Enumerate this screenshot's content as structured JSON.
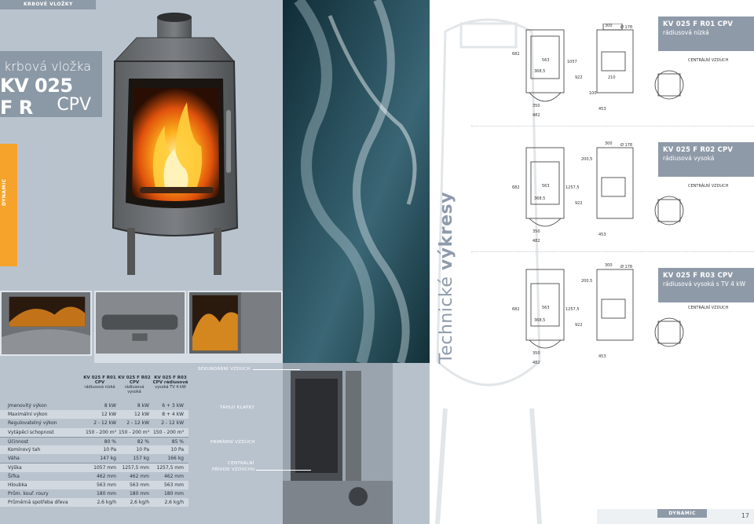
{
  "header": {
    "tag": "KRBOVÉ VLOŽKY"
  },
  "title": {
    "sub": "krbová vložka",
    "main": "KV 025 F R",
    "variant": "CPV"
  },
  "side_tab": "DYNAMIC",
  "specs": {
    "columns": [
      {
        "name": "KV 025 F R01",
        "variant": "CPV",
        "desc": "rádiusová nízká"
      },
      {
        "name": "KV 025 F R02",
        "variant": "CPV",
        "desc": "rádiusová vysoká"
      },
      {
        "name": "KV 025 F R03",
        "variant": "CPV rádiusová",
        "desc": "vysoká TV 4 kW"
      }
    ],
    "rows": [
      {
        "label": "Jmenovitý výkon",
        "v1": "8 kW",
        "v2": "8 kW",
        "v3": "6 + 3 kW"
      },
      {
        "label": "Maximální výkon",
        "v1": "12 kW",
        "v2": "12 kW",
        "v3": "8 + 4 kW"
      },
      {
        "label": "Regulovatelný výkon",
        "v1": "2 - 12 kW",
        "v2": "2 - 12 kW",
        "v3": "2 - 12 kW"
      },
      {
        "label": "Vytápěcí schopnost",
        "v1": "150 - 200 m³",
        "v2": "150 - 200 m³",
        "v3": "150 - 200 m³"
      },
      {
        "label": "Účinnost",
        "v1": "80 %",
        "v2": "82 %",
        "v3": "85 %"
      },
      {
        "label": "Komínový tah",
        "v1": "10 Pa",
        "v2": "10 Pa",
        "v3": "10 Pa"
      },
      {
        "label": "Váha",
        "v1": "147 kg",
        "v2": "157 kg",
        "v3": "166 kg"
      },
      {
        "label": "Výška",
        "v1": "1057 mm",
        "v2": "1257,5 mm",
        "v3": "1257,5 mm"
      },
      {
        "label": "Šířka",
        "v1": "462 mm",
        "v2": "462 mm",
        "v3": "462 mm"
      },
      {
        "label": "Hloubka",
        "v1": "563 mm",
        "v2": "563 mm",
        "v3": "563 mm"
      },
      {
        "label": "Prům. kouř. roury",
        "v1": "180 mm",
        "v2": "180 mm",
        "v3": "180 mm"
      },
      {
        "label": "Průměrná spotřeba dřeva",
        "v1": "2,6 kg/h",
        "v2": "2,6 kg/h",
        "v3": "2,6 kg/h"
      }
    ]
  },
  "callouts": {
    "secondary_air": "SEKUNDÁRNÍ VZDUCH",
    "flap_rod": "TÁHLO KLAPKY",
    "primary_air": "PRIMÁRNÍ VZDUCH",
    "central_air_1": "CENTRÁLNÍ",
    "central_air_2": "PŘÍVOD VZDUCHU"
  },
  "tech_title": {
    "light": "Technické ",
    "bold": "výkresy"
  },
  "models": [
    {
      "name": "KV 025 F R01 CPV",
      "desc": "rádiusová nízká"
    },
    {
      "name": "KV 025 F R02 CPV",
      "desc": "rádiusová vysoká"
    },
    {
      "name": "KV 025 F R03 CPV",
      "desc": "rádiusová vysoká s TV 4 kW"
    }
  ],
  "drawing_labels": {
    "central_air": "CENTRÁLNÍ VZDUCH",
    "d1": {
      "w350": "350",
      "w482": "482",
      "w453": "453",
      "h1057": "1057",
      "h922": "922",
      "h682": "682",
      "h563": "563",
      "w368": "368,5",
      "d178": "Ø 178",
      "w300": "300",
      "h210": "210",
      "h100": "100"
    },
    "d2": {
      "w350": "350",
      "w482": "482",
      "w453": "453",
      "h1257": "1257,5",
      "h922": "922",
      "h682": "682",
      "h563": "563",
      "w368": "368,5",
      "d178": "Ø 178",
      "w300": "300",
      "h200": "200,5"
    },
    "d3": {
      "w350": "350",
      "w482": "482",
      "w453": "453",
      "h1257": "1257,5",
      "h922": "922",
      "h682": "682",
      "h563": "563",
      "w368": "368,5",
      "d178": "Ø 178",
      "w300": "300",
      "h200": "200,5"
    }
  },
  "footer": {
    "brand": "DYNAMIC",
    "page": "17"
  }
}
